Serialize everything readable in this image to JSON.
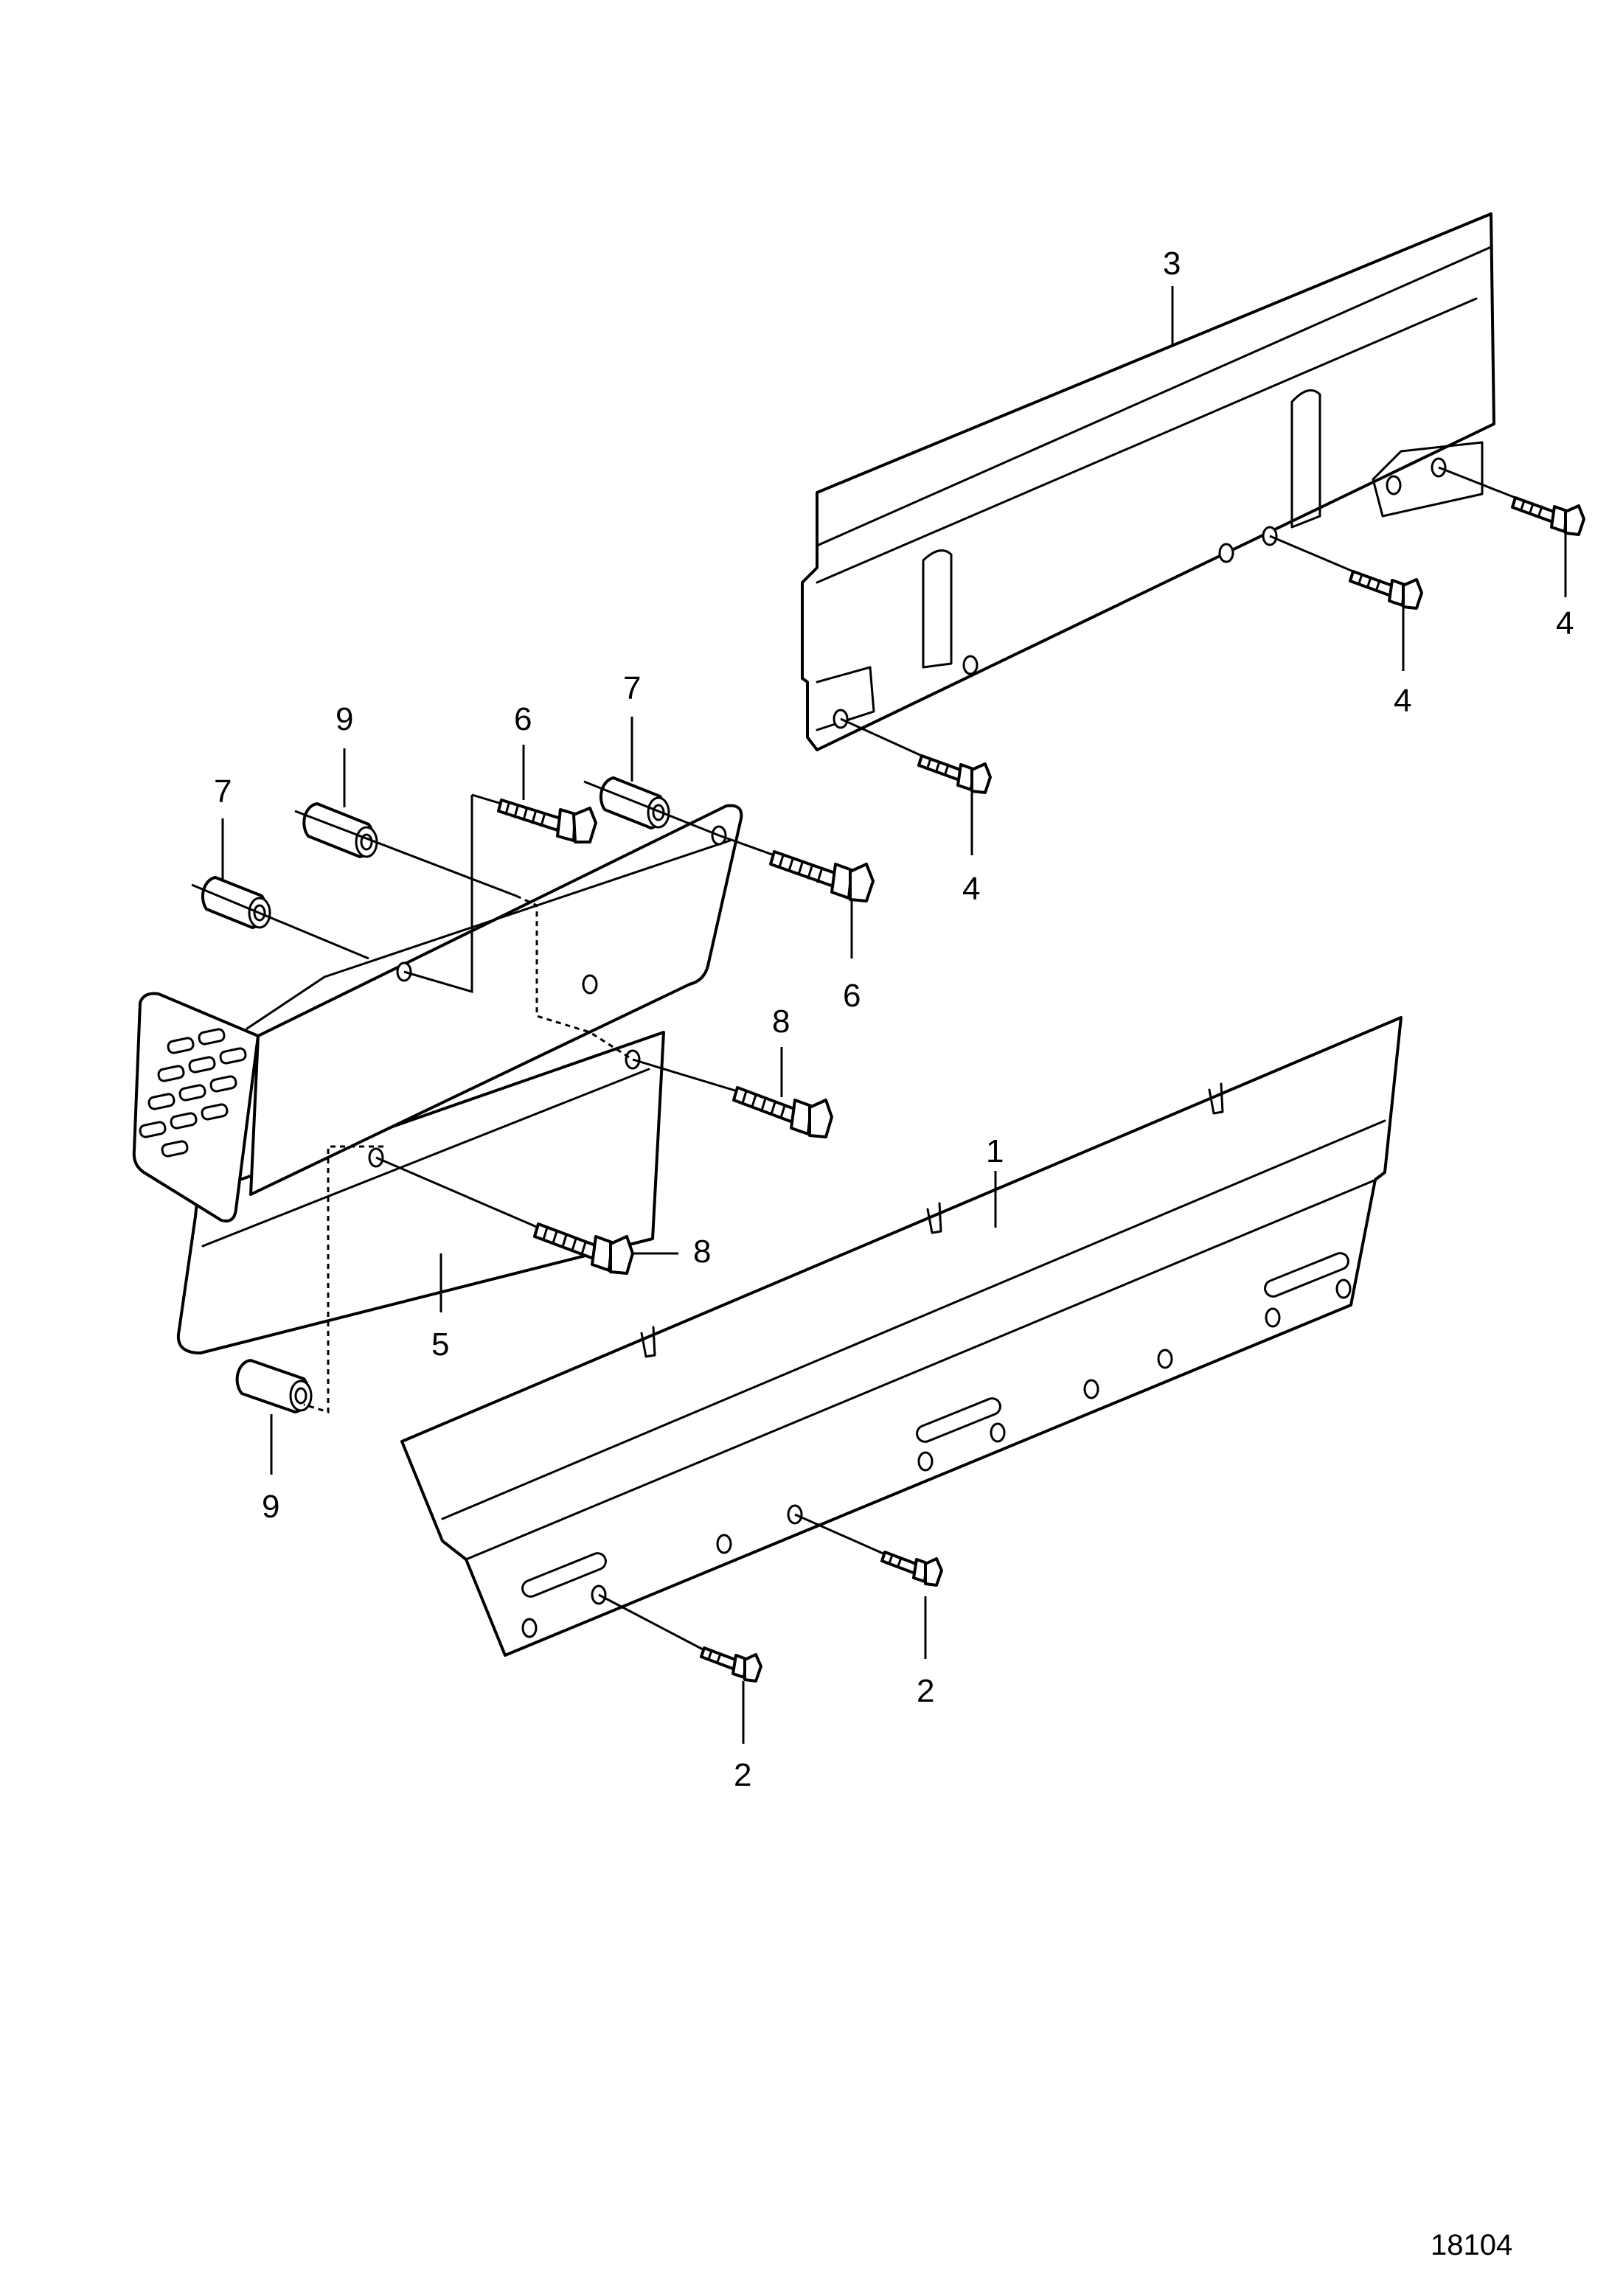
{
  "callouts": {
    "c1": "1",
    "c2a": "2",
    "c2b": "2",
    "c3": "3",
    "c4a": "4",
    "c4b": "4",
    "c4c": "4",
    "c5": "5",
    "c6a": "6",
    "c6b": "6",
    "c7a": "7",
    "c7b": "7",
    "c8a": "8",
    "c8b": "8",
    "c9a": "9",
    "c9b": "9"
  },
  "figure_number": "18104",
  "colors": {
    "line": "#000000",
    "background": "#ffffff"
  }
}
